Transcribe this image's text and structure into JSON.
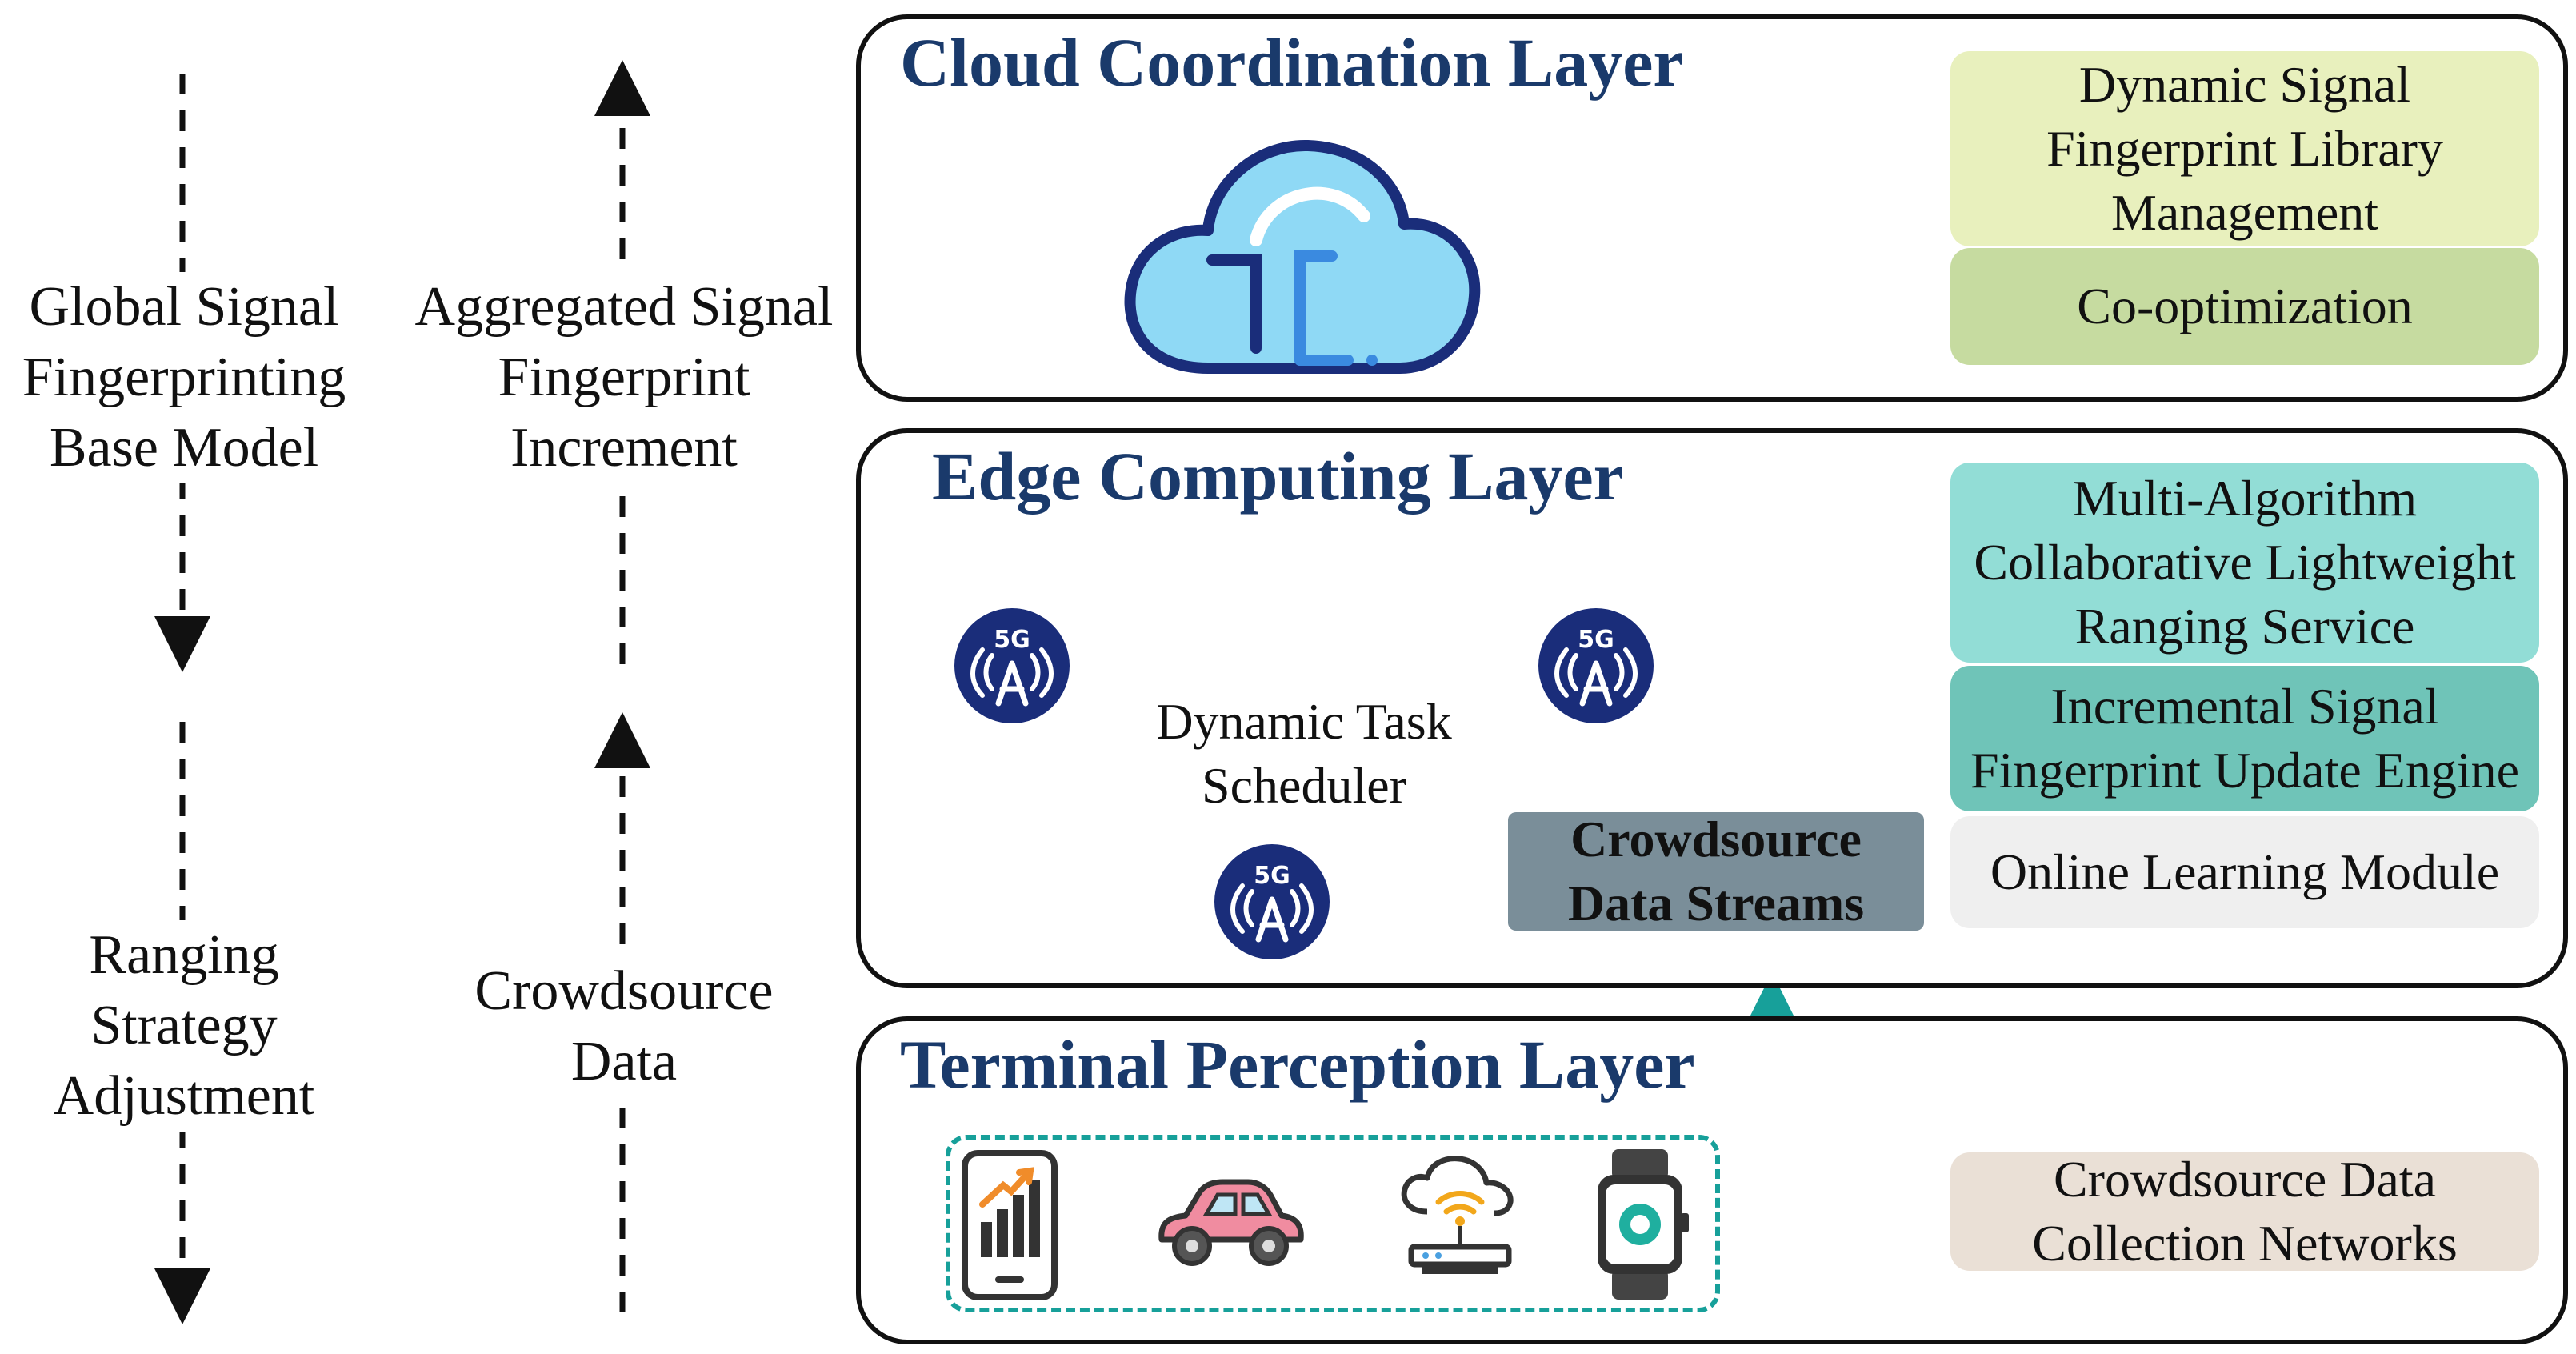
{
  "left_flow": {
    "base_model_label": "Global Signal\nFingerprinting\nBase Model",
    "strategy_label": "Ranging\nStrategy\nAdjustment"
  },
  "right_flow": {
    "aggregated_label": "Aggregated Signal\nFingerprint\nIncrement",
    "crowdsource_label": "Crowdsource\nData"
  },
  "cloud_layer": {
    "title": "Cloud Coordination Layer",
    "modules": [
      {
        "label": "Dynamic Signal\nFingerprint Library\nManagement",
        "color": "#e8f0bd"
      },
      {
        "label": "Co-optimization",
        "color": "#c6dba0"
      }
    ]
  },
  "edge_layer": {
    "title": "Edge Computing Layer",
    "scheduler_label": "Dynamic Task\nScheduler",
    "tower_badge": "5G",
    "streams_label": "Crowdsource\nData Streams",
    "modules": [
      {
        "label": "Multi-Algorithm\nCollaborative Lightweight\nRanging Service",
        "color": "#92ddd6"
      },
      {
        "label": "Incremental Signal\nFingerprint Update Engine",
        "color": "#6fc4b8"
      },
      {
        "label": "Online Learning Module",
        "color": "#efefef"
      }
    ]
  },
  "terminal_layer": {
    "title": "Terminal Perception Layer",
    "devices": [
      "smartphone-icon",
      "car-icon",
      "iot-gateway-icon",
      "smartwatch-icon"
    ],
    "modules": [
      {
        "label": "Crowdsource Data\nCollection Networks",
        "color": "#eae0d6"
      }
    ]
  },
  "colors": {
    "title_blue": "#1a3a6b",
    "tower_navy": "#1a2d7a",
    "teal_arrow": "#17a09a",
    "cloud_fill": "#8fd9f5",
    "cloud_stroke": "#1a2d7a"
  }
}
